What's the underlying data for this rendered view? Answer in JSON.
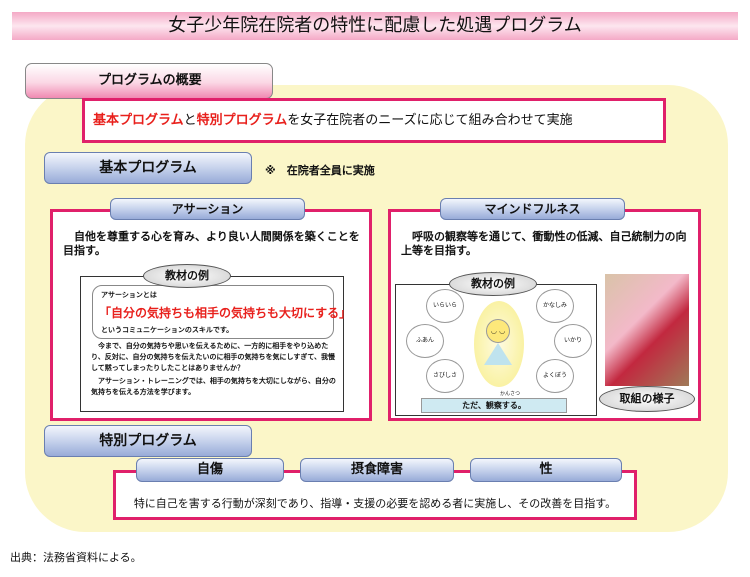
{
  "title": "女子少年院在院者の特性に配慮した処遇プログラム",
  "overview": {
    "tab": "プログラムの概要",
    "red1": "基本プログラム",
    "mid": "と",
    "red2": "特別プログラム",
    "rest": "を女子在院者のニーズに応じて組み合わせて実施"
  },
  "basic": {
    "tab": "基本プログラム",
    "note": "※　在院者全員に実施",
    "assertion": {
      "tab": "アサーション",
      "desc": "　自他を尊重する心を育み、より良い人間関係を築くことを目指す。",
      "material_label": "教材の例",
      "box_title": "アサーションとは",
      "box_quote": "「自分の気持ちも相手の気持ちも大切にする」",
      "box_sub": "というコミュニケーションのスキルです。",
      "para1": "　今まで、自分の気持ちや思いを伝えるために、一方的に相手をやり込めたり、反対に、自分の気持ちを伝えたいのに相手の気持ちを気にしすぎて、我慢して黙ってしまったりしたことはありませんか？",
      "para2": "　アサーション・トレーニングでは、相手の気持ちを大切にしながら、自分の気持ちを伝える方法を学びます。"
    },
    "mindfulness": {
      "tab": "マインドフルネス",
      "desc": "　呼吸の観察等を通じて、衝動性の低減、自己統制力の向上等を目指す。",
      "material_label": "教材の例",
      "emotions": [
        "いらいら",
        "かなしみ",
        "ふあん",
        "いかり",
        "さびしさ",
        "よくぼう"
      ],
      "caption": "ただ、観察する。",
      "furigana": "かんさつ",
      "photo_label": "取組の様子"
    }
  },
  "special": {
    "tab": "特別プログラム",
    "items": [
      "自傷",
      "摂食障害",
      "性"
    ],
    "desc": "特に自己を害する行動が深刻であり、指導・支援の必要を認める者に実施し、その改善を目指す。"
  },
  "source": "出典：法務省資料による。"
}
